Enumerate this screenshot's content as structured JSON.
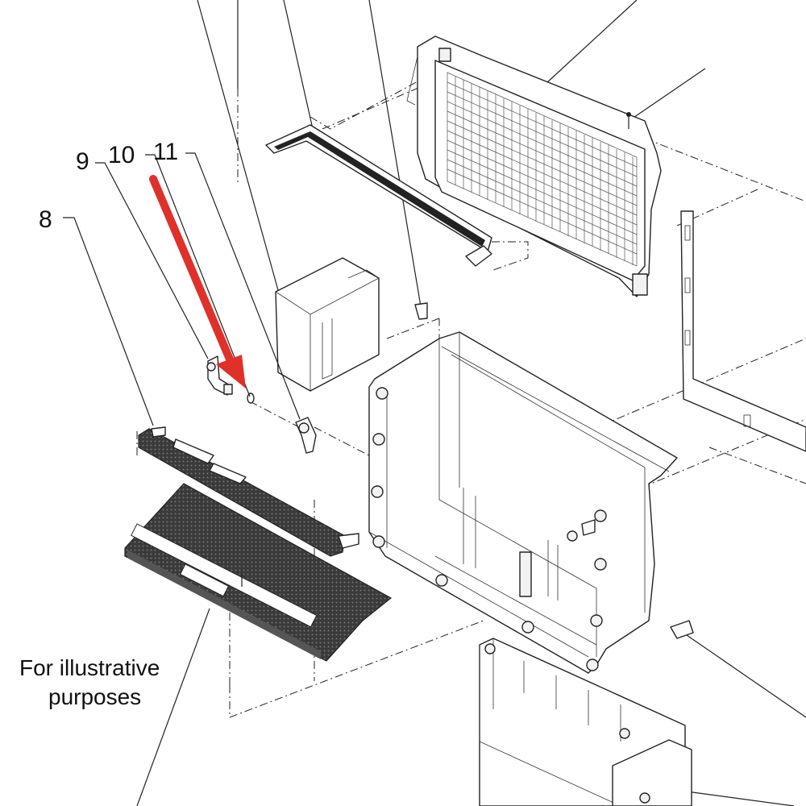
{
  "callouts": {
    "c8": "8",
    "c9": "9",
    "c10": "10",
    "c11": "11"
  },
  "note": {
    "line1": "For illustrative",
    "line2": "purposes"
  },
  "highlight_color": "#e0302a"
}
